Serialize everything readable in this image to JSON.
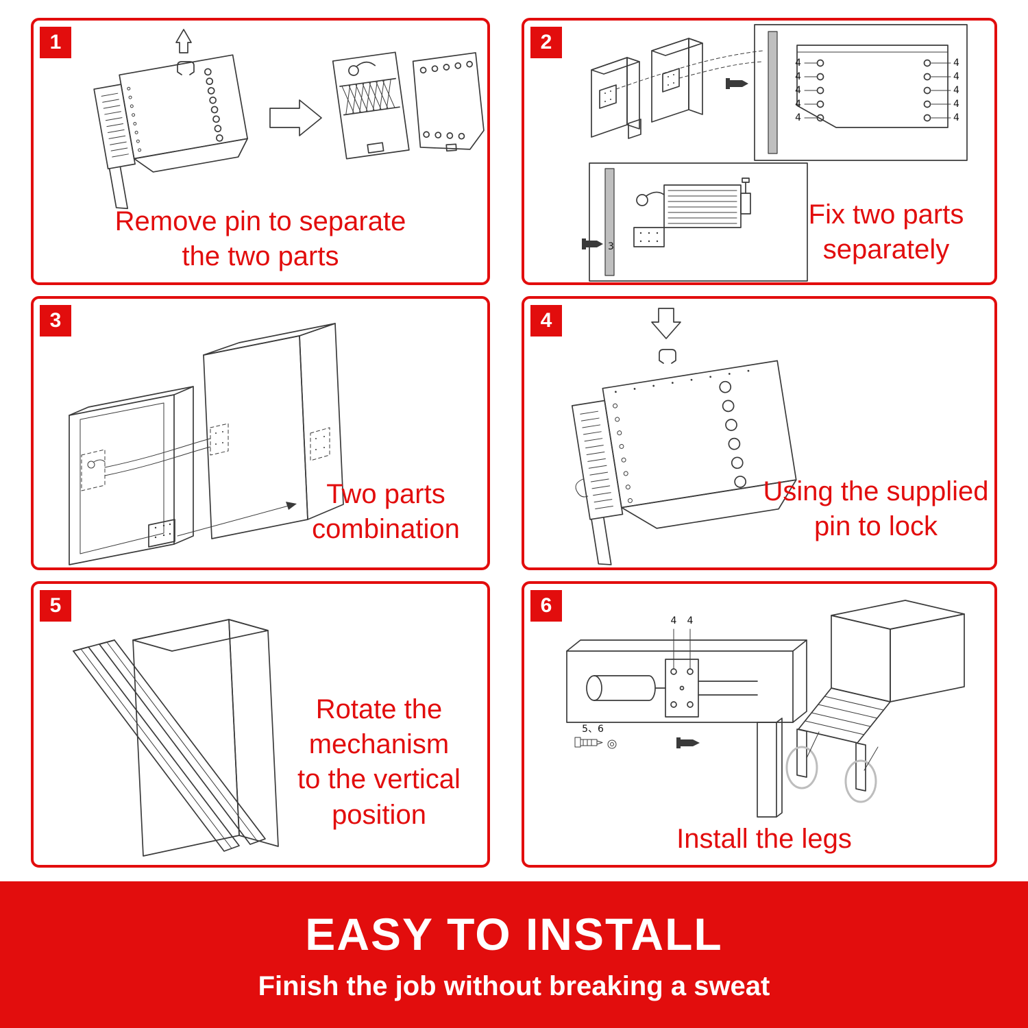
{
  "colors": {
    "accent_red": "#e20d0d",
    "line_dark": "#3a3a3a"
  },
  "panels": [
    {
      "number": "1",
      "caption_lines": [
        "Remove pin to separate",
        "the two parts"
      ]
    },
    {
      "number": "2",
      "caption_lines": [
        "Fix two parts",
        "separately"
      ]
    },
    {
      "number": "3",
      "caption_lines": [
        "Two parts",
        "combination"
      ]
    },
    {
      "number": "4",
      "caption_lines": [
        "Using the supplied",
        "pin to lock"
      ]
    },
    {
      "number": "5",
      "caption_lines": [
        "Rotate the",
        "mechanism",
        "to the vertical",
        "position"
      ]
    },
    {
      "number": "6",
      "caption_lines": [
        "Install the legs"
      ]
    }
  ],
  "drawing_labels": {
    "hole_count": "4",
    "screw_count": "3",
    "leg_screw_count": "4",
    "parts_five_six": "5、6"
  },
  "banner": {
    "title": "EASY TO INSTALL",
    "subtitle": "Finish the job without breaking a sweat"
  }
}
